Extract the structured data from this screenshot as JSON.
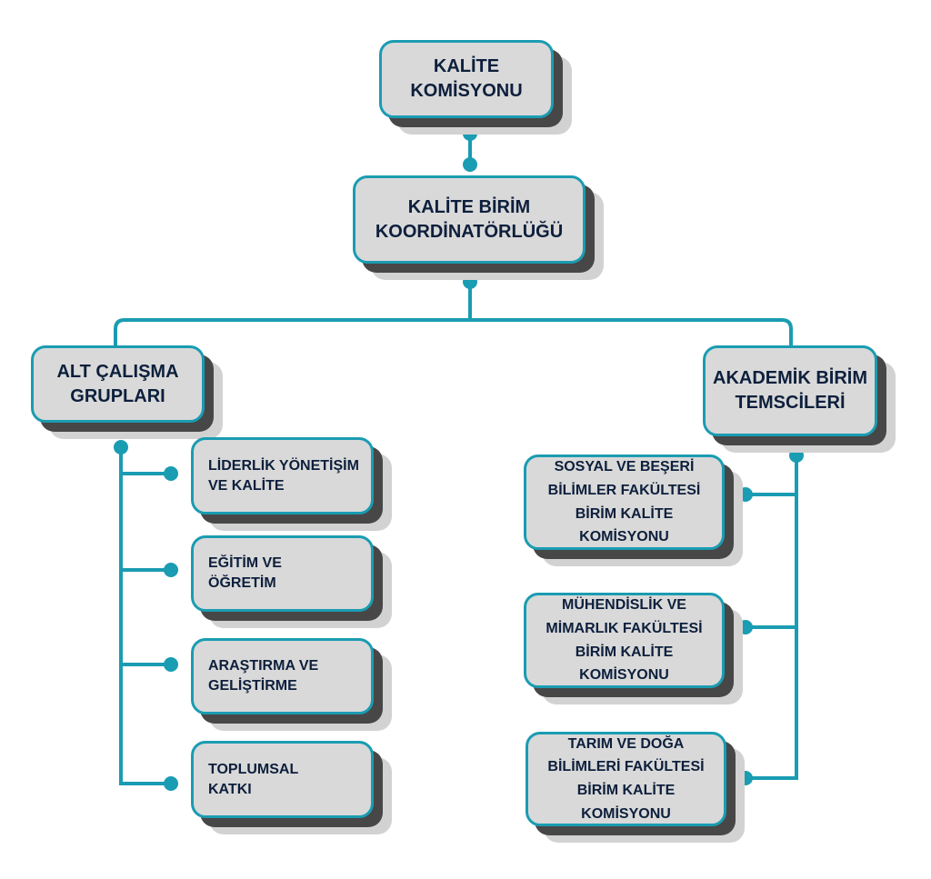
{
  "colors": {
    "accent": "#1a9cb2",
    "box_fill": "#d9d9d9",
    "text": "#0d1f3c",
    "shadow": "#474747"
  },
  "nodes": {
    "top": "KALİTE\nKOMİSYONU",
    "coordinator": "KALİTE BİRİM\nKOORDİNATÖRLÜĞÜ",
    "left_group": "ALT ÇALIŞMA\nGRUPLARI",
    "right_group": "AKADEMİK BİRİM\nTEMSCİLERİ",
    "left_items": [
      "LİDERLİK YÖNETİŞİM\nVE KALİTE",
      "EĞİTİM VE\nÖĞRETİM",
      "ARAŞTIRMA VE\nGELİŞTİRME",
      "TOPLUMSAL\nKATKI"
    ],
    "right_items": [
      "SOSYAL VE BEŞERİ\nBİLİMLER FAKÜLTESİ\nBİRİM KALİTE\nKOMİSYONU",
      "MÜHENDİSLİK VE\nMİMARLIK FAKÜLTESİ\nBİRİM KALİTE\nKOMİSYONU",
      "TARIM VE DOĞA\nBİLİMLERİ FAKÜLTESİ\nBİRİM KALİTE\nKOMİSYONU"
    ]
  }
}
